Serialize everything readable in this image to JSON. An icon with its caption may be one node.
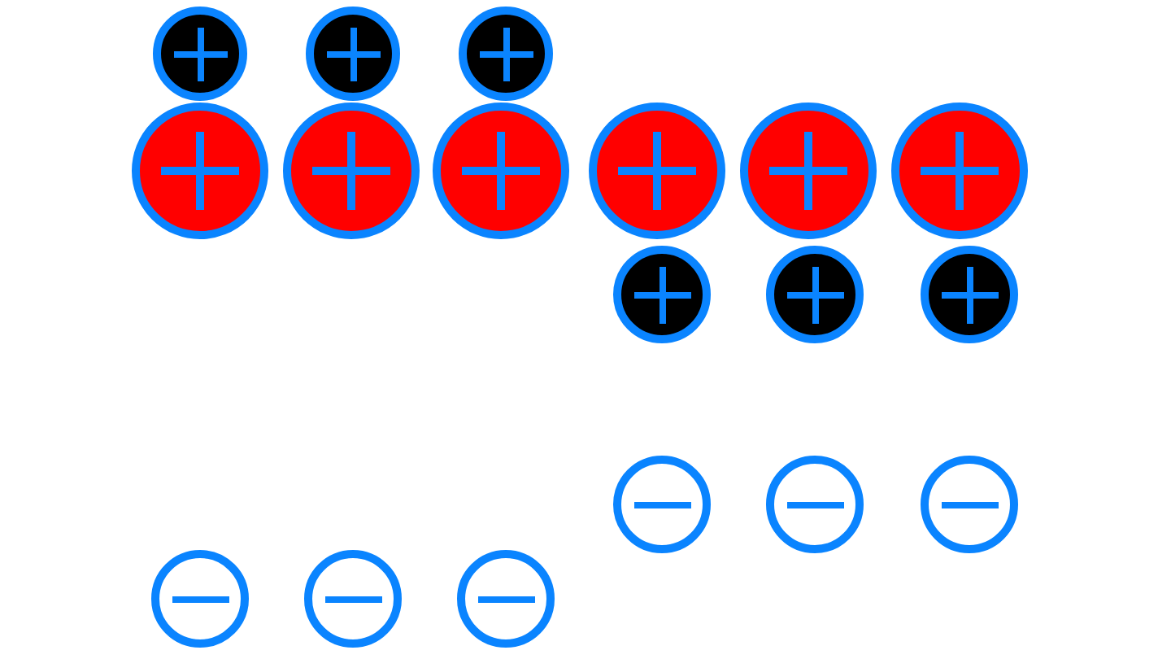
{
  "diagram": {
    "nodes": [
      {
        "text": [],
        "shape": "circle"
      },
      {
        "text": [],
        "shape": "circle"
      },
      {
        "text": [],
        "shape": "circle"
      },
      {
        "text": [],
        "shape": "circle"
      },
      {
        "text": [],
        "shape": "circle"
      },
      {
        "text": [],
        "shape": "circle"
      },
      {
        "text": [],
        "shape": "circle"
      },
      {
        "text": [],
        "shape": "circle"
      },
      {
        "text": [],
        "shape": "circle"
      },
      {
        "text": [],
        "shape": "circle"
      },
      {
        "text": [],
        "shape": "circle"
      },
      {
        "text": [],
        "shape": "circle"
      },
      {
        "text": [],
        "shape": "circle"
      },
      {
        "text": [],
        "shape": "circle"
      },
      {
        "text": [],
        "shape": "circle"
      },
      {
        "text": [],
        "shape": "circle"
      },
      {
        "text": [],
        "shape": "circle"
      },
      {
        "text": [],
        "shape": "circle"
      }
    ]
  }
}
